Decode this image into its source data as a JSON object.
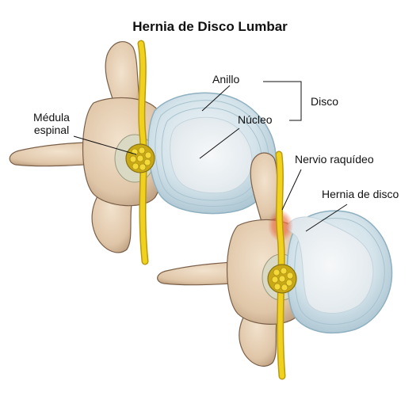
{
  "title": "Hernia de Disco Lumbar",
  "labels": {
    "anillo": "Anillo",
    "nucleo": "Núcleo",
    "disco": "Disco",
    "medula_line1": "Médula",
    "medula_line2": "espinal",
    "nervio": "Nervio raquídeo",
    "hernia": "Hernia de disco"
  },
  "colors": {
    "bone": "#e6cfb4",
    "bone_shadow": "#b89a7c",
    "bone_outline": "#7a5f48",
    "annulus": "#cfe0e8",
    "annulus_ring": "#8fb0c0",
    "nucleus": "#e9eef1",
    "nerve": "#f0d21e",
    "nerve_outline": "#b99a10",
    "herniation_glow": "#e8643c",
    "leader_line": "#111111"
  }
}
